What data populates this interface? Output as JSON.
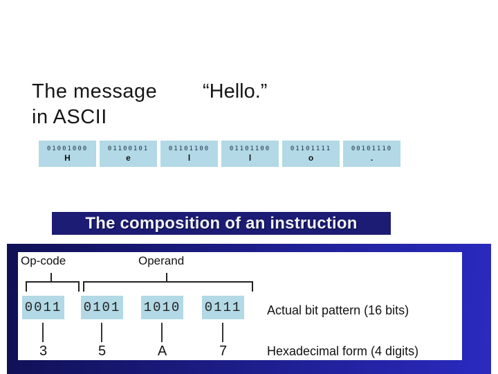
{
  "title": {
    "line1": "The message",
    "line2": "in ASCII"
  },
  "message": "“Hello.”",
  "ascii_row": [
    {
      "bits": "01001000",
      "char": "H"
    },
    {
      "bits": "01100101",
      "char": "e"
    },
    {
      "bits": "01101100",
      "char": "l"
    },
    {
      "bits": "01101100",
      "char": "l"
    },
    {
      "bits": "01101111",
      "char": "o"
    },
    {
      "bits": "00101110",
      "char": "."
    }
  ],
  "banner": {
    "text": "The composition of an instruction"
  },
  "instruction": {
    "opcode_label": "Op-code",
    "operand_label": "Operand",
    "nibbles": [
      {
        "bits": "0011",
        "hex": "3"
      },
      {
        "bits": "0101",
        "hex": "5"
      },
      {
        "bits": "1010",
        "hex": "A"
      },
      {
        "bits": "0111",
        "hex": "7"
      }
    ],
    "bit_pattern_label": "Actual bit pattern (16 bits)",
    "hex_form_label": "Hexadecimal form (4 digits)"
  },
  "colors": {
    "box_blue": "#b2d9e5",
    "banner_navy": "#1c1c74",
    "frame_navy_dark": "#101055",
    "frame_navy_light": "#2a2ac0"
  }
}
